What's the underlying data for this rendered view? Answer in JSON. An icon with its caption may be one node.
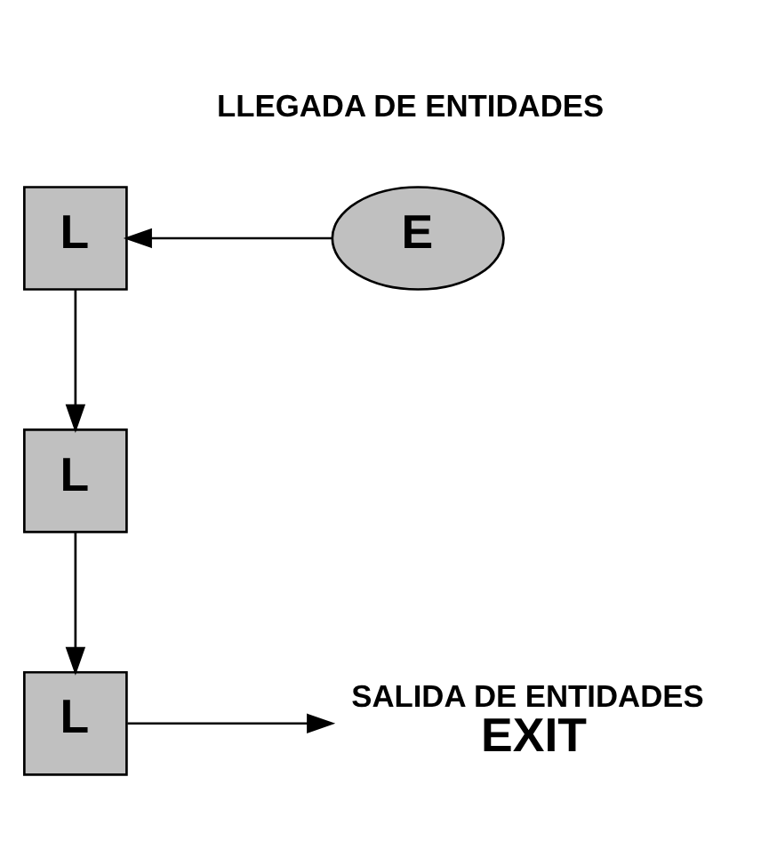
{
  "diagram": {
    "nodes": [
      {
        "text": [
          "L"
        ]
      },
      {
        "text": [
          "E"
        ],
        "beside": [
          "LLEGADA DE ENTIDADES"
        ]
      },
      {
        "text": [
          "L"
        ]
      },
      {
        "text": [
          "L"
        ]
      },
      {
        "text": [
          "EXIT"
        ],
        "beside": [
          "SALIDA DE ENTIDADES"
        ]
      }
    ],
    "edges": [
      {
        "from": 1,
        "to": 0,
        "arrow": "to"
      },
      {
        "from": 0,
        "to": 2,
        "arrow": "to"
      },
      {
        "from": 2,
        "to": 3,
        "arrow": "to"
      },
      {
        "from": 3,
        "to": 4,
        "arrow": "to"
      }
    ]
  }
}
